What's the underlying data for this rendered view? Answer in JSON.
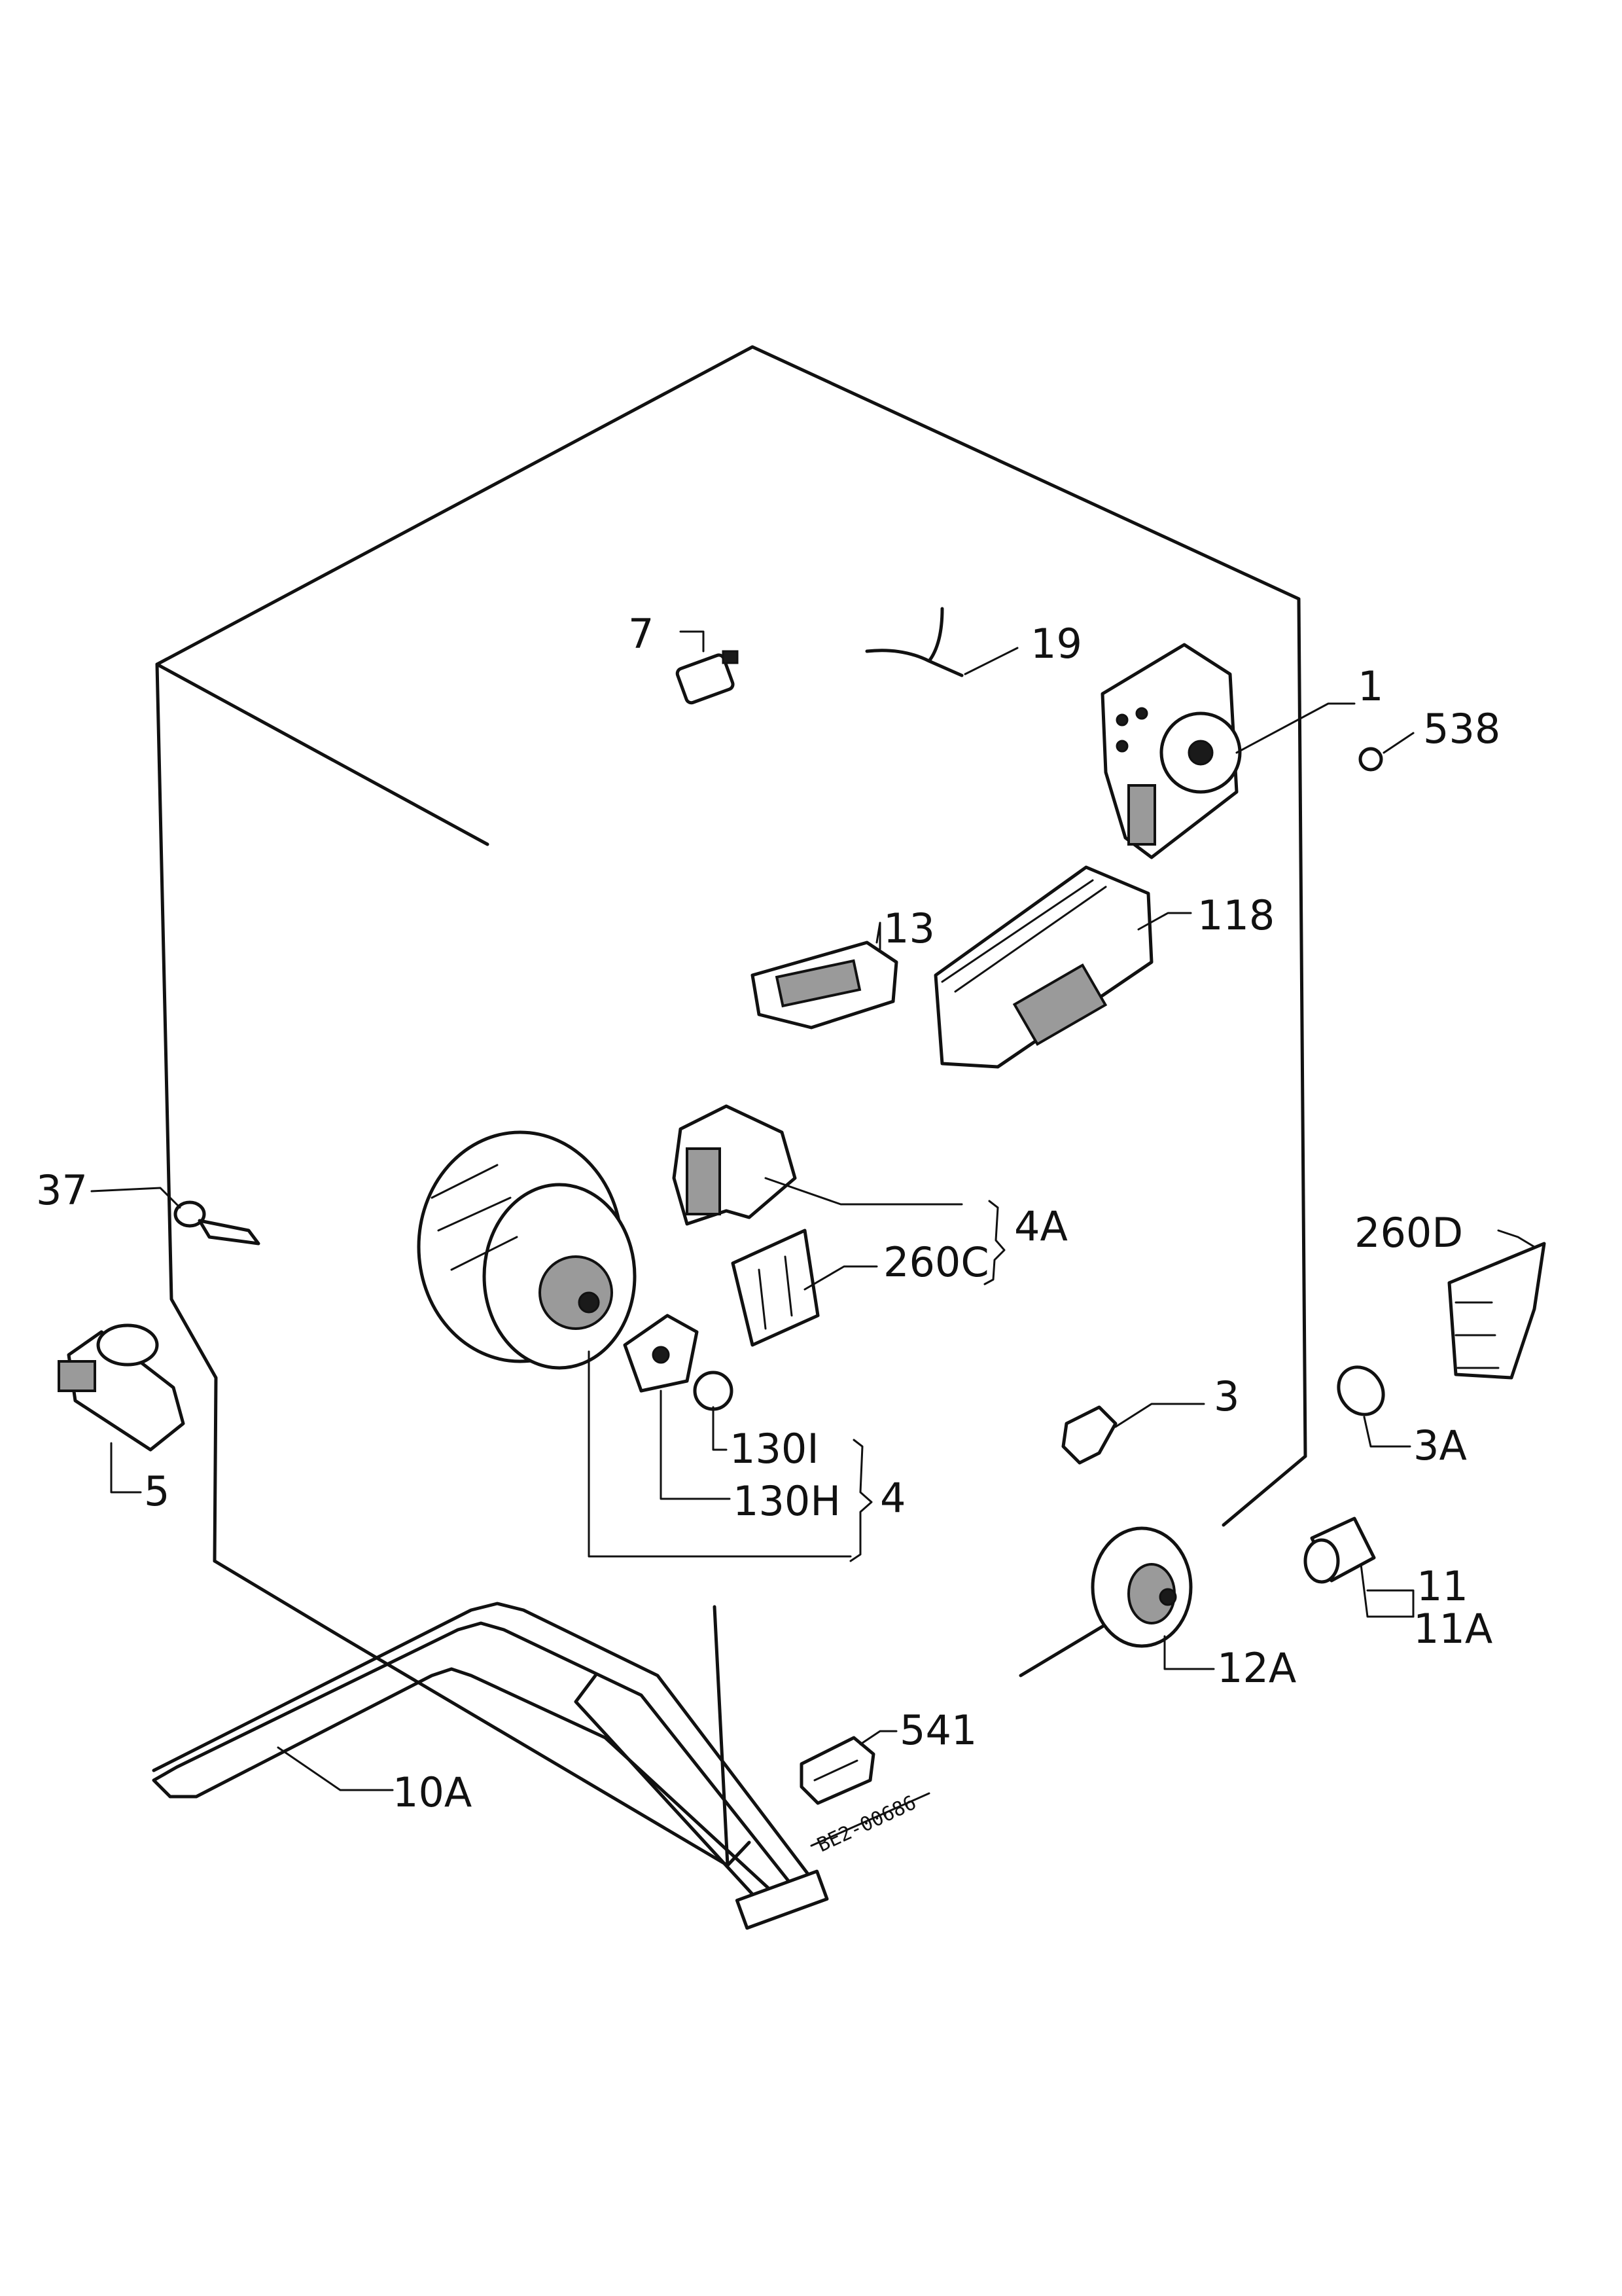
{
  "diagram": {
    "drawing_code": "BE2-00686",
    "labels": {
      "p1": "1",
      "p538": "538",
      "p7": "7",
      "p19": "19",
      "p13": "13",
      "p118": "118",
      "p37": "37",
      "p4A": "4A",
      "p260C": "260C",
      "p260D": "260D",
      "p5": "5",
      "p130I": "130I",
      "p130H": "130H",
      "p4": "4",
      "p3": "3",
      "p3A": "3A",
      "p11": "11",
      "p11A": "11A",
      "p12A": "12A",
      "p541": "541",
      "p10A": "10A"
    }
  }
}
